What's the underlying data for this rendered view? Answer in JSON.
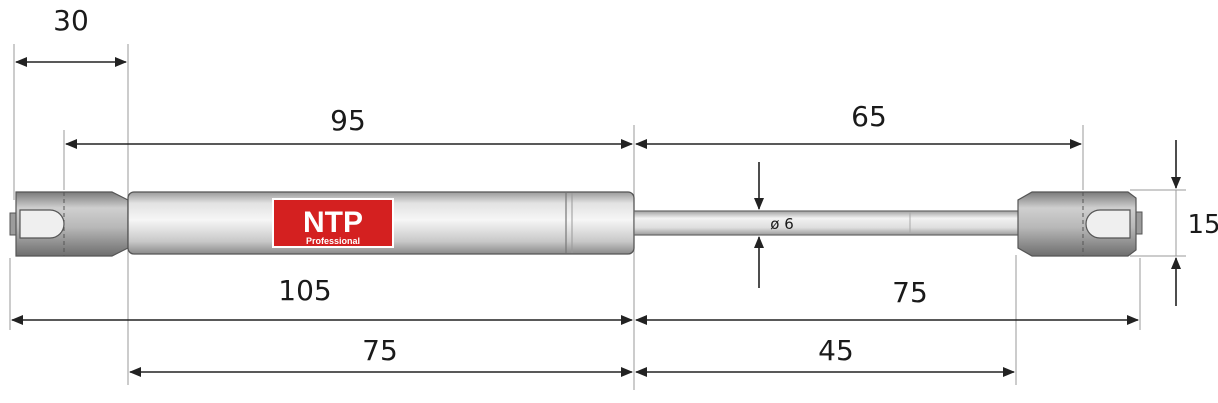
{
  "dimensions": {
    "top_left_width": "30",
    "body_length": "95",
    "rod_exposed": "65",
    "height": "15",
    "overall_left": "105",
    "overall_right": "75",
    "body_inner": "75",
    "rod_inner": "45",
    "rod_diameter": "ø 6"
  },
  "logo": {
    "brand": "NTP",
    "tagline": "Professional",
    "color": "#d42020"
  },
  "colors": {
    "metal_light": "#efefef",
    "metal_mid": "#c9c9c9",
    "metal_dark": "#8c8c8c",
    "end_fitting": "#b5b5b5"
  }
}
